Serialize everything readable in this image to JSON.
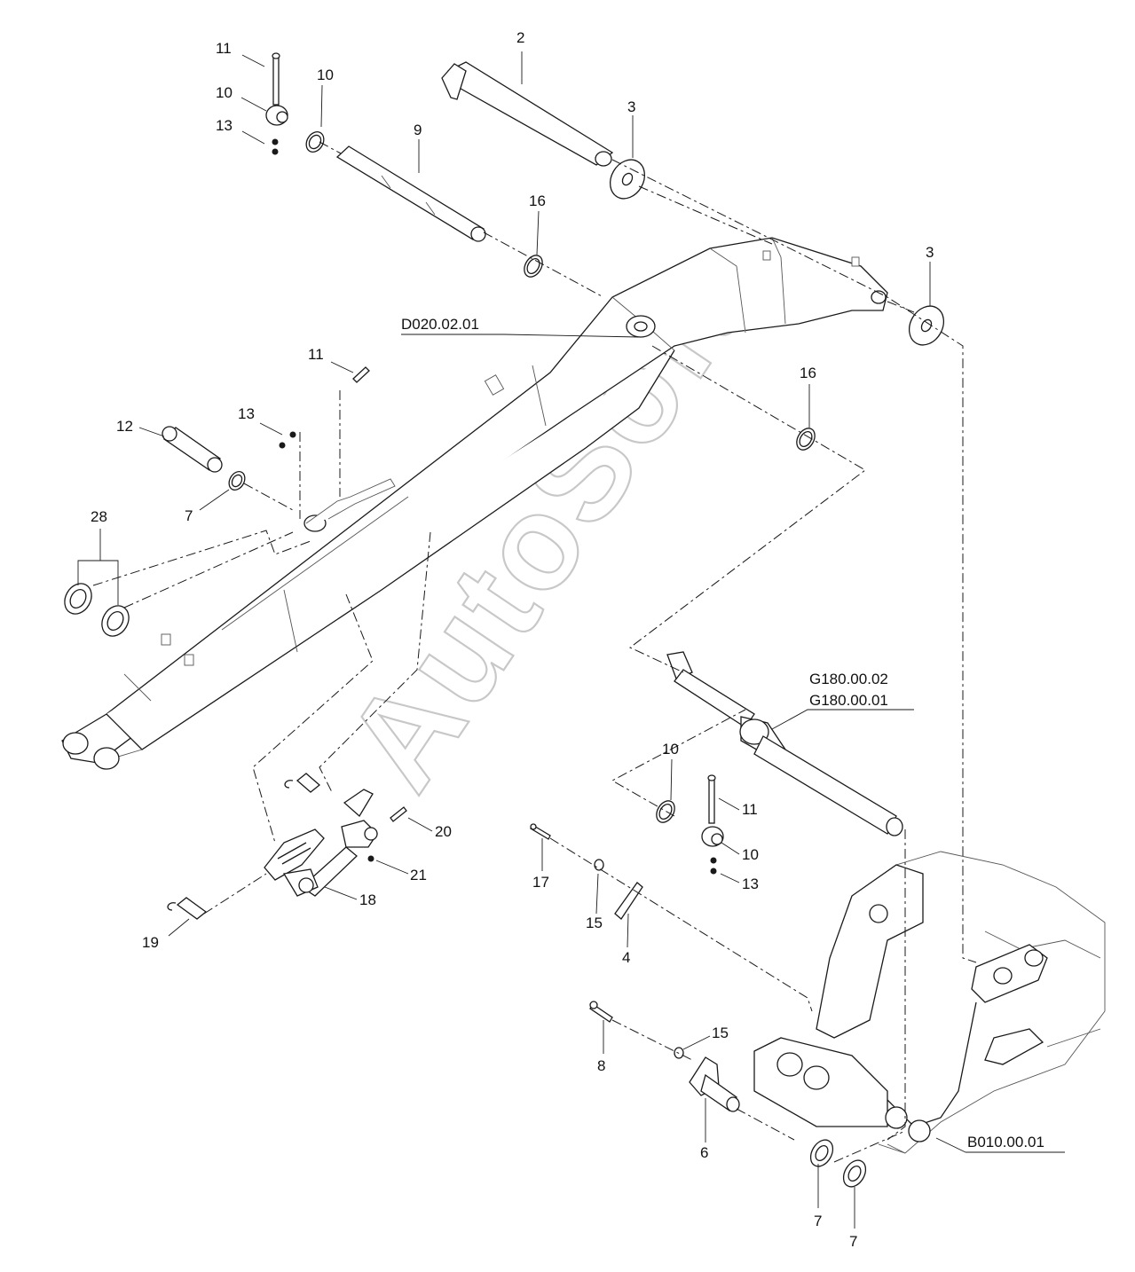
{
  "watermark": "AutoSoft",
  "references": {
    "arm": "D020.02.01",
    "cylinder_a": "G180.00.02",
    "cylinder_b": "G180.00.01",
    "frame": "B010.00.01"
  },
  "callouts": [
    {
      "id": "c11a",
      "text": "11"
    },
    {
      "id": "c10a",
      "text": "10"
    },
    {
      "id": "c13a",
      "text": "13"
    },
    {
      "id": "c10b",
      "text": "10"
    },
    {
      "id": "c2",
      "text": "2"
    },
    {
      "id": "c9",
      "text": "9"
    },
    {
      "id": "c3a",
      "text": "3"
    },
    {
      "id": "c16a",
      "text": "16"
    },
    {
      "id": "c3b",
      "text": "3"
    },
    {
      "id": "c11b",
      "text": "11"
    },
    {
      "id": "c13b",
      "text": "13"
    },
    {
      "id": "c12",
      "text": "12"
    },
    {
      "id": "c7a",
      "text": "7"
    },
    {
      "id": "c28",
      "text": "28"
    },
    {
      "id": "c16b",
      "text": "16"
    },
    {
      "id": "c10c",
      "text": "10"
    },
    {
      "id": "c11c",
      "text": "11"
    },
    {
      "id": "c10d",
      "text": "10"
    },
    {
      "id": "c13c",
      "text": "13"
    },
    {
      "id": "c20",
      "text": "20"
    },
    {
      "id": "c21",
      "text": "21"
    },
    {
      "id": "c18",
      "text": "18"
    },
    {
      "id": "c19",
      "text": "19"
    },
    {
      "id": "c17",
      "text": "17"
    },
    {
      "id": "c15a",
      "text": "15"
    },
    {
      "id": "c4",
      "text": "4"
    },
    {
      "id": "c8",
      "text": "8"
    },
    {
      "id": "c15b",
      "text": "15"
    },
    {
      "id": "c6",
      "text": "6"
    },
    {
      "id": "c7b",
      "text": "7"
    },
    {
      "id": "c7c",
      "text": "7"
    }
  ]
}
